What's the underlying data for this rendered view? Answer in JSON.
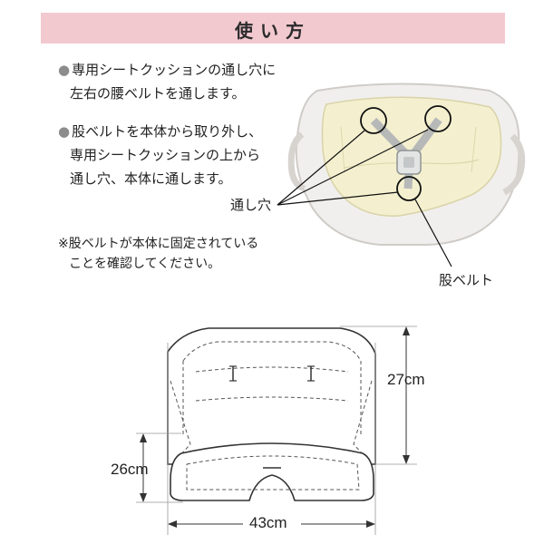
{
  "header": {
    "title": "使い方"
  },
  "instructions": [
    {
      "line1": "専用シートクッションの通し穴に",
      "line2": "左右の腰ベルトを通します。"
    },
    {
      "line1": "股ベルトを本体から取り外し、",
      "line2": "専用シートクッションの上から",
      "line3": "通し穴、本体に通します。"
    }
  ],
  "note": {
    "line1": "※股ベルトが本体に固定されている",
    "line2": "ことを確認してください。"
  },
  "photo_labels": {
    "hole": "通し穴",
    "crotch_belt": "股ベルト"
  },
  "dimensions": {
    "height": "27cm",
    "depth": "26cm",
    "width": "43cm"
  },
  "colors": {
    "header_band": "#f2c9cf",
    "cushion": "#f4f0cf",
    "shell": "#f1efed"
  }
}
